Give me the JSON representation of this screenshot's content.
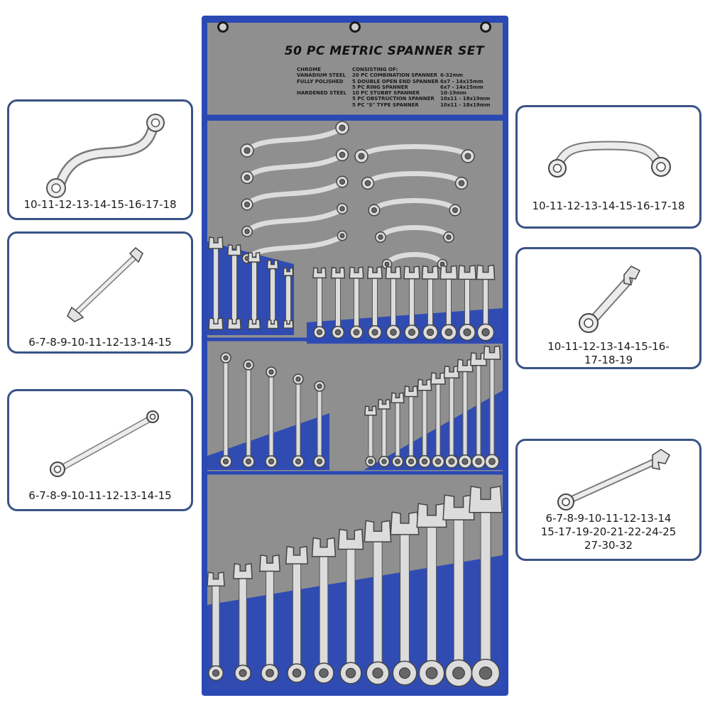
{
  "set_title": "50 PC METRIC SPANNER SET",
  "features": [
    "CHROME",
    "VANADIUM STEEL",
    "FULLY POLISHED",
    "HARDENED STEEL"
  ],
  "contents_heading": "CONSISTING OF:",
  "contents": [
    {
      "item": "20 PC COMBINATION SPANNER",
      "range": "6-32mm"
    },
    {
      "item": "5 DOUBLE OPEN END SPANNER",
      "range": "6x7 - 14x15mm"
    },
    {
      "item": "5 PC RING SPANNER",
      "range": "6x7 - 14x15mm"
    },
    {
      "item": "10 PC STUBBY SPANNER",
      "range": "10-19mm"
    },
    {
      "item": "5 PC OBSTRUCTION SPANNER",
      "range": "10x11 - 18x19mm"
    },
    {
      "item": "5 PC \"S\" TYPE SPANNER",
      "range": "10x11 - 18x19mm"
    }
  ],
  "callouts": {
    "s_type": {
      "sizes": [
        "10-11-12-13-14-15-16-17-18"
      ],
      "icon": "s-type-spanner-icon"
    },
    "double_open": {
      "sizes": [
        "6-7-8-9-10-11-12-13-14-15"
      ],
      "icon": "double-open-end-spanner-icon"
    },
    "ring": {
      "sizes": [
        "6-7-8-9-10-11-12-13-14-15"
      ],
      "icon": "ring-spanner-icon"
    },
    "obstruction": {
      "sizes": [
        "10-11-12-13-14-15-16-17-18"
      ],
      "icon": "obstruction-spanner-icon"
    },
    "stubby": {
      "sizes": [
        "10-11-12-13-14-15-16-",
        "17-18-19"
      ],
      "icon": "stubby-spanner-icon"
    },
    "combination": {
      "sizes": [
        "6-7-8-9-10-11-12-13-14",
        "15-17-19-20-21-22-24-25",
        "27-30-32"
      ],
      "icon": "combination-spanner-icon"
    }
  },
  "colors": {
    "roll_blue": "#2b49b4",
    "felt_grey": "#8f8f8f",
    "card_border": "#3a5385",
    "chrome": "#dcdcdc"
  }
}
